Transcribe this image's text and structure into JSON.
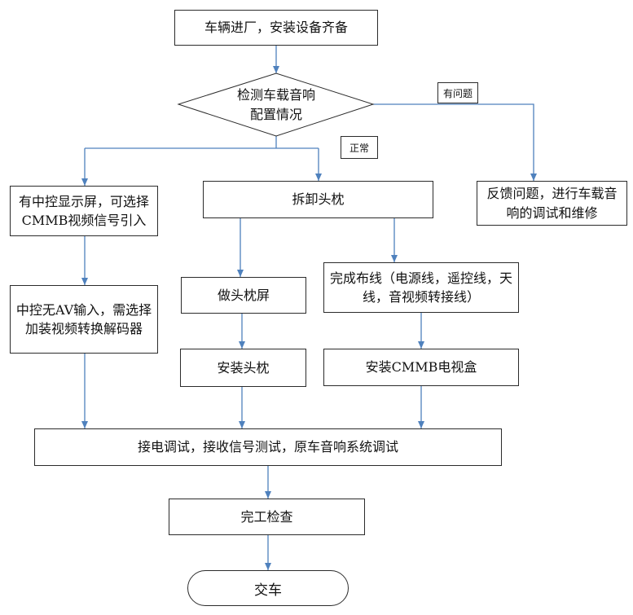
{
  "colors": {
    "connector": "#4f81bd",
    "border": "#2b2b2b",
    "fill": "#ffffff"
  },
  "nodes": {
    "start": "车辆进厂，安装设备齐备",
    "check": "检测车载音响配置情况",
    "check_line1": "检测车载音响",
    "check_line2": "配置情况",
    "has_display": "有中控显示屏，可选择CMMB视频信号引入",
    "remove_headrest": "拆卸头枕",
    "feedback": "反馈问题，进行车载音响的调试和维修",
    "no_av": "中控无AV输入，需选择加装视频转换解码器",
    "make_screen": "做头枕屏",
    "wiring": "完成布线（电源线，遥控线，天线，音视频转接线）",
    "install_headrest": "安装头枕",
    "install_cmmb": "安装CMMB电视盒",
    "debug": "接电调试，接收信号测试，原车音响系统调试",
    "final_check": "完工检查",
    "deliver": "交车"
  },
  "edge_labels": {
    "problem": "有问题",
    "normal": "正常"
  }
}
